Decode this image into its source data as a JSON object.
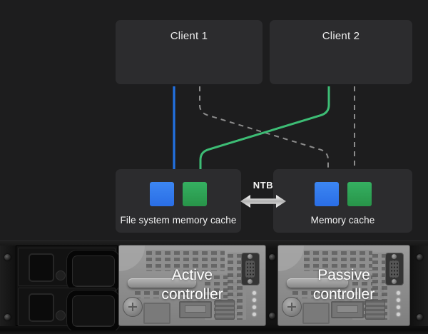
{
  "diagram": {
    "clients": [
      {
        "label": "Client 1"
      },
      {
        "label": "Client 2"
      }
    ],
    "caches": [
      {
        "label": "File system memory cache",
        "blocks": [
          "blue",
          "green"
        ]
      },
      {
        "label": "Memory cache",
        "blocks": [
          "blue",
          "green"
        ]
      }
    ],
    "ntb": {
      "label": "NTB"
    },
    "links": [
      {
        "from": "Client 1",
        "to": "File system memory cache",
        "style": "solid",
        "color": "#2271e2"
      },
      {
        "from": "Client 1",
        "to": "Memory cache",
        "style": "dashed",
        "color": "#8c8c8c"
      },
      {
        "from": "Client 2",
        "to": "File system memory cache",
        "style": "solid",
        "color": "#3dbd75"
      },
      {
        "from": "Client 2",
        "to": "Memory cache",
        "style": "dashed",
        "color": "#8c8c8c"
      }
    ]
  },
  "server": {
    "controllers": [
      {
        "label": "Active controller"
      },
      {
        "label": "Passive controller"
      }
    ]
  },
  "colors": {
    "background": "#1d1d1e",
    "node_background": "#2c2c2e",
    "blue_block": "#2e78ea",
    "green_block": "#2da254",
    "blue_line": "#2271e2",
    "green_line": "#3dbd75",
    "dashed_line": "#8c8c8c",
    "ntb_arrow": "#ffffff"
  }
}
